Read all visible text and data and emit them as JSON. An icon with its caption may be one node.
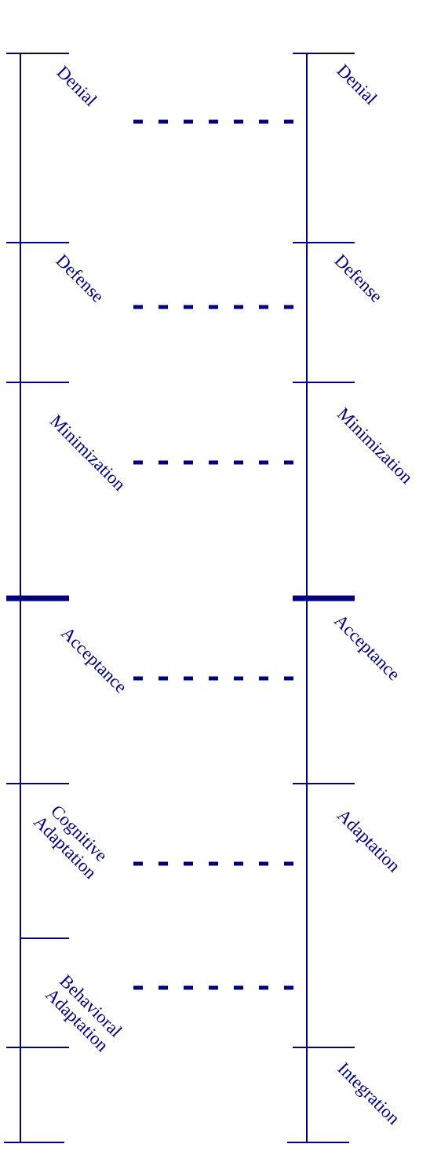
{
  "diagram": {
    "nodes": [
      {
        "text": [
          "Denial"
        ]
      },
      {
        "text": [
          "Defense"
        ]
      },
      {
        "text": [
          "Minimization"
        ]
      },
      {
        "text": [
          "Acceptance"
        ]
      },
      {
        "text": [
          "Cognitive Adaptation"
        ]
      },
      {
        "text": [
          "Behavioral Adaptation"
        ]
      },
      {
        "text": [
          "Denial"
        ]
      },
      {
        "text": [
          "Defense"
        ]
      },
      {
        "text": [
          "Minimization"
        ]
      },
      {
        "text": [
          "Acceptance"
        ]
      },
      {
        "text": [
          "Adaptation"
        ]
      },
      {
        "text": [
          "Integration"
        ]
      }
    ],
    "edges": [
      {
        "from": 0,
        "to": 6,
        "arrow": "none",
        "style": "dashed"
      },
      {
        "from": 1,
        "to": 7,
        "arrow": "none",
        "style": "dashed"
      },
      {
        "from": 2,
        "to": 8,
        "arrow": "none",
        "style": "dashed"
      },
      {
        "from": 3,
        "to": 9,
        "arrow": "none",
        "style": "dashed"
      },
      {
        "from": 4,
        "to": 10,
        "arrow": "none",
        "style": "dashed"
      },
      {
        "from": 5,
        "to": 10,
        "arrow": "none",
        "style": "dashed"
      }
    ]
  }
}
